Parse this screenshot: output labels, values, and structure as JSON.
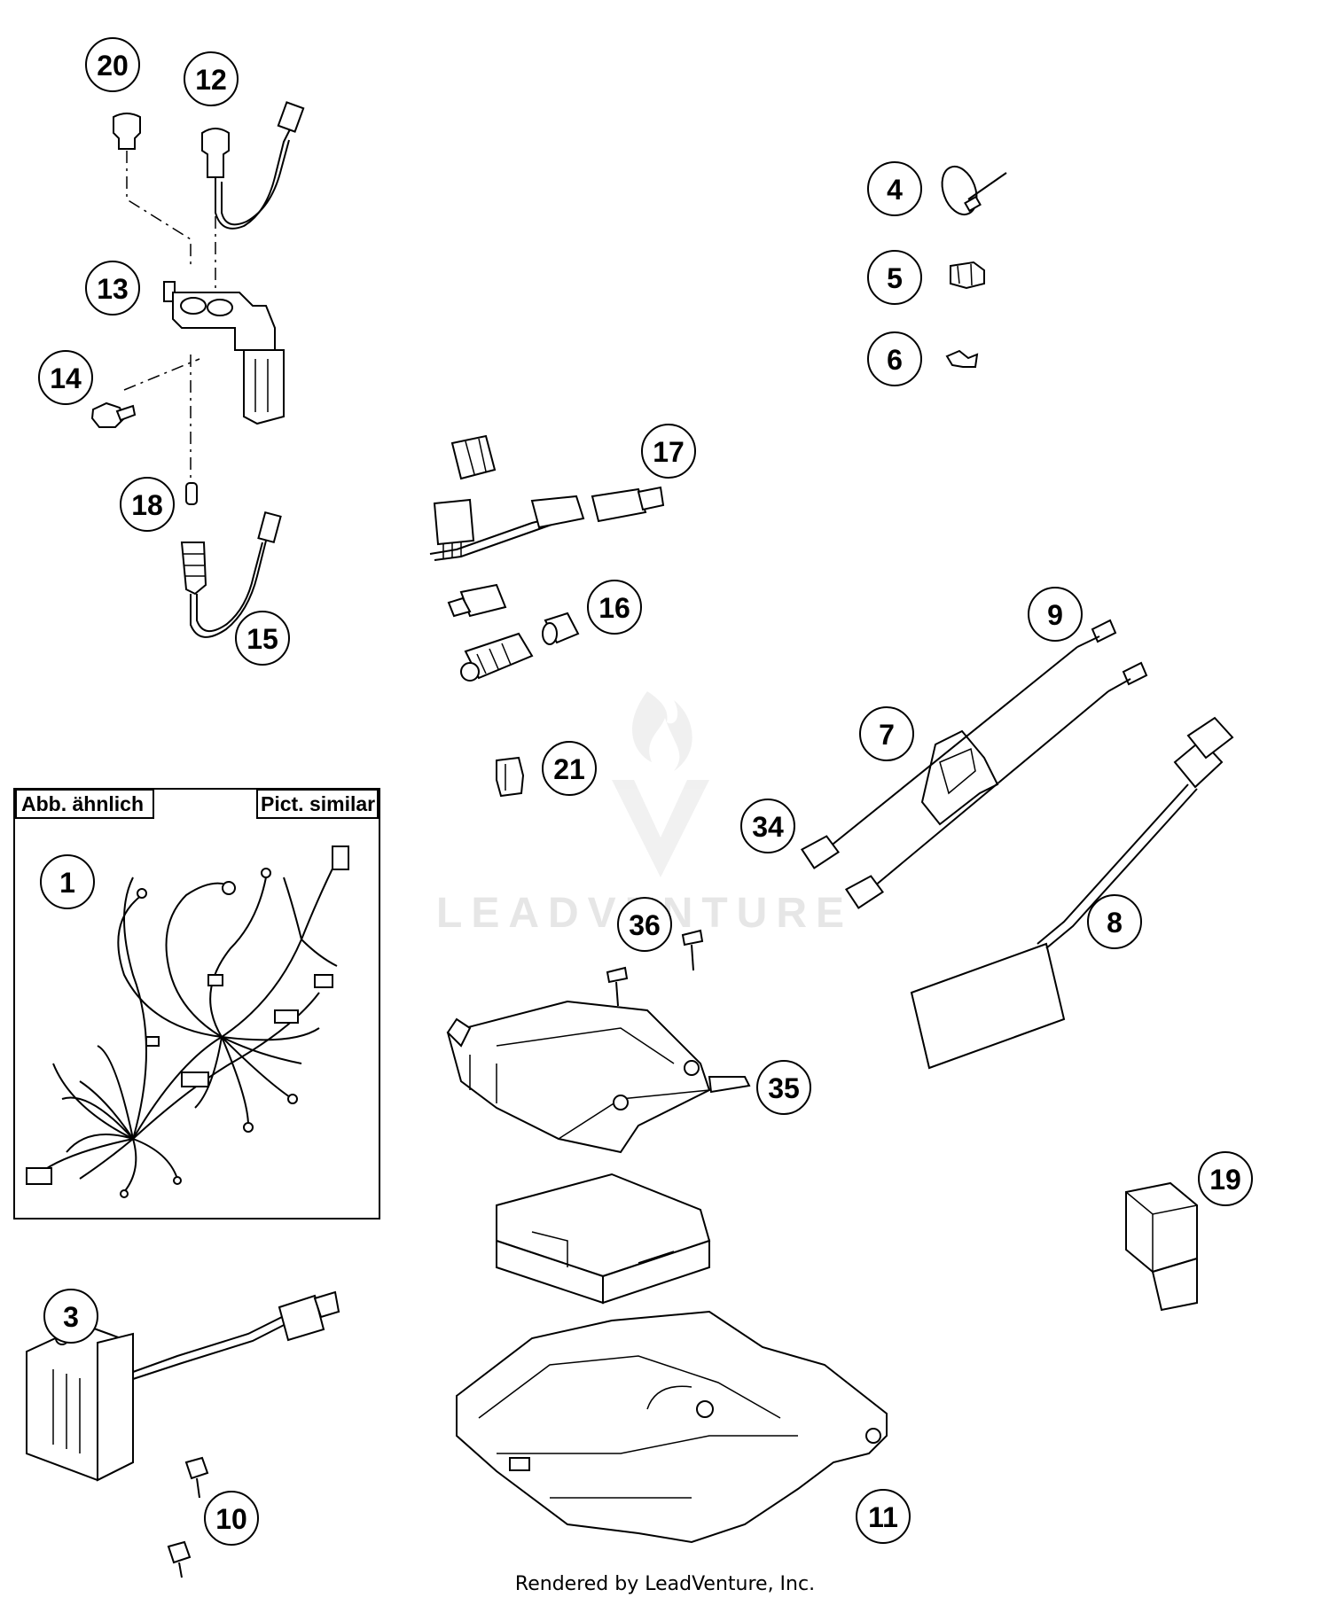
{
  "callouts": [
    {
      "id": "20",
      "label": "20"
    },
    {
      "id": "12",
      "label": "12"
    },
    {
      "id": "13",
      "label": "13"
    },
    {
      "id": "14",
      "label": "14"
    },
    {
      "id": "18",
      "label": "18"
    },
    {
      "id": "15",
      "label": "15"
    },
    {
      "id": "4",
      "label": "4"
    },
    {
      "id": "5",
      "label": "5"
    },
    {
      "id": "6",
      "label": "6"
    },
    {
      "id": "17",
      "label": "17"
    },
    {
      "id": "16",
      "label": "16"
    },
    {
      "id": "9",
      "label": "9"
    },
    {
      "id": "7",
      "label": "7"
    },
    {
      "id": "34",
      "label": "34"
    },
    {
      "id": "8",
      "label": "8"
    },
    {
      "id": "21",
      "label": "21"
    },
    {
      "id": "36",
      "label": "36"
    },
    {
      "id": "35",
      "label": "35"
    },
    {
      "id": "1",
      "label": "1"
    },
    {
      "id": "3",
      "label": "3"
    },
    {
      "id": "10",
      "label": "10"
    },
    {
      "id": "11",
      "label": "11"
    },
    {
      "id": "19",
      "label": "19"
    }
  ],
  "inset": {
    "tag_left": "Abb. ähnlich",
    "tag_right": "Pict. similar"
  },
  "watermark": "LEADVENTURE",
  "footer": "Rendered by LeadVenture, Inc."
}
